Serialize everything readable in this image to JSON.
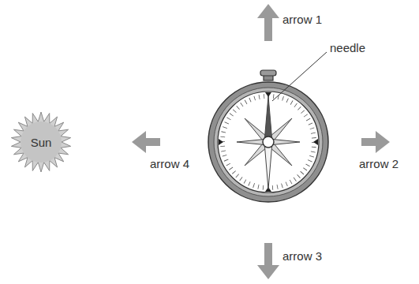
{
  "diagram": {
    "nodes": [
      {
        "text": [
          "Sun"
        ]
      }
    ],
    "labels": [
      "arrow 1",
      "needle",
      "arrow 4",
      "arrow 2",
      "arrow 3"
    ]
  }
}
